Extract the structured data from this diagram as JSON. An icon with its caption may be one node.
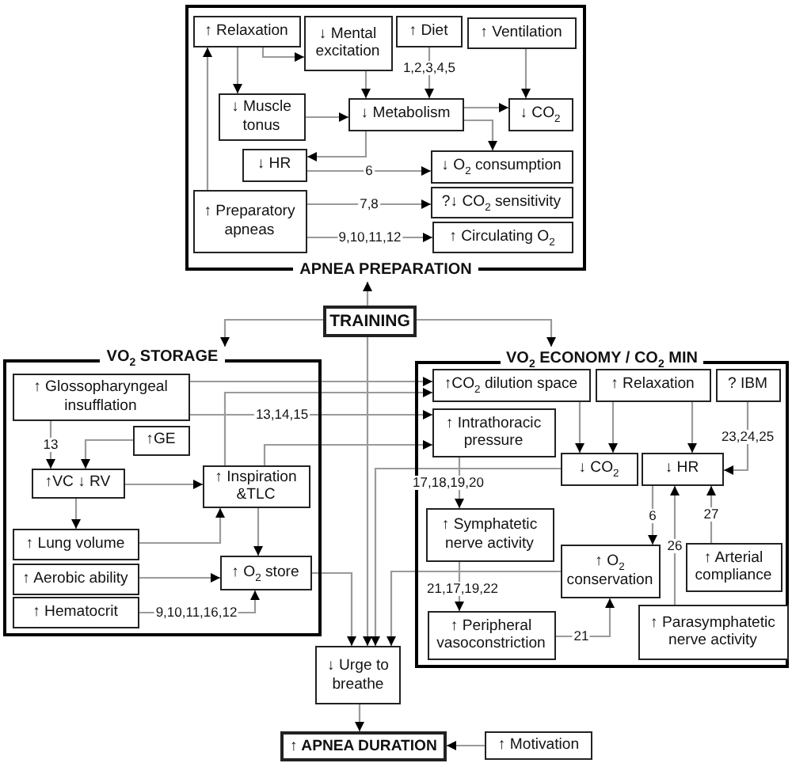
{
  "diagram": {
    "nodes": [
      {
        "text": [
          "APNEA PREPARATION"
        ]
      },
      {
        "text": [
          "↑ Relaxation"
        ],
        "in": 0
      },
      {
        "text": [
          "↓ Mental excitation"
        ],
        "in": 0
      },
      {
        "text": [
          "↑ Diet"
        ],
        "in": 0
      },
      {
        "text": [
          "↑ Ventilation"
        ],
        "in": 0
      },
      {
        "text": [
          "↓ Muscle tonus"
        ],
        "in": 0
      },
      {
        "text": [
          "↓ Metabolism"
        ],
        "in": 0
      },
      {
        "text": [
          "↓ CO$_{2}$"
        ],
        "in": 0
      },
      {
        "text": [
          "↓ HR"
        ],
        "in": 0
      },
      {
        "text": [
          "↓ O$_{2}$ consumption"
        ],
        "in": 0
      },
      {
        "text": [
          "↑ Preparatory apneas"
        ],
        "in": 0
      },
      {
        "text": [
          "?↓ CO$_{2}$ sensitivity"
        ],
        "in": 0
      },
      {
        "text": [
          "↑ Circulating O$_{2}$"
        ],
        "in": 0
      },
      {
        "text": [
          "TRAINING"
        ]
      },
      {
        "text": [
          "VO$_{2}$ STORAGE"
        ]
      },
      {
        "text": [
          "↑ Glossopharyngeal insufflation"
        ],
        "in": 14
      },
      {
        "text": [
          "↑GE"
        ],
        "in": 14
      },
      {
        "text": [
          "↑VC ↓ RV"
        ],
        "in": 14
      },
      {
        "text": [
          "↑ Inspiration &TLC"
        ],
        "in": 14
      },
      {
        "text": [
          "↑ Lung volume"
        ],
        "in": 14
      },
      {
        "text": [
          "↑ Aerobic ability"
        ],
        "in": 14
      },
      {
        "text": [
          "↑ O$_{2}$ store"
        ],
        "in": 14
      },
      {
        "text": [
          "↑ Hematocrit"
        ],
        "in": 14
      },
      {
        "text": [
          "VO$_{2}$ ECONOMY / CO$_{2}$ MIN"
        ]
      },
      {
        "text": [
          "↑CO$_{2}$ dilution space"
        ],
        "in": 23
      },
      {
        "text": [
          "↑ Relaxation"
        ],
        "in": 23
      },
      {
        "text": [
          "? IBM"
        ],
        "in": 23
      },
      {
        "text": [
          "↑ Intrathoracic pressure"
        ],
        "in": 23
      },
      {
        "text": [
          "↓ CO$_{2}$"
        ],
        "in": 23
      },
      {
        "text": [
          "↓ HR"
        ],
        "in": 23
      },
      {
        "text": [
          "↑ Symphatetic nerve activity"
        ],
        "in": 23
      },
      {
        "text": [
          "↑ O$_{2}$ conservation"
        ],
        "in": 23
      },
      {
        "text": [
          "↑ Arterial compliance"
        ],
        "in": 23
      },
      {
        "text": [
          "↑ Peripheral vasoconstriction"
        ],
        "in": 23
      },
      {
        "text": [
          "↑ Parasymphatetic nerve activity"
        ],
        "in": 23
      },
      {
        "text": [
          "↓ Urge to breathe"
        ]
      },
      {
        "text": [
          "↑ APNEA DURATION"
        ]
      },
      {
        "text": [
          "↑ Motivation"
        ]
      }
    ],
    "edges": [
      {
        "from": 1,
        "to": 2,
        "arrow": "to"
      },
      {
        "from": 1,
        "to": 5,
        "arrow": "to"
      },
      {
        "from": 2,
        "to": 6,
        "arrow": "to"
      },
      {
        "from": 3,
        "to": 6,
        "arrow": "to",
        "label": "1,2,3,4,5"
      },
      {
        "from": 4,
        "to": 7,
        "arrow": "to"
      },
      {
        "from": 5,
        "to": 6,
        "arrow": "to"
      },
      {
        "from": 6,
        "to": 7,
        "arrow": "to"
      },
      {
        "from": 6,
        "to": 9,
        "arrow": "to"
      },
      {
        "from": 6,
        "to": 8,
        "arrow": "to"
      },
      {
        "from": 8,
        "to": 9,
        "arrow": "to",
        "label": "6"
      },
      {
        "from": 10,
        "to": 1,
        "arrow": "to"
      },
      {
        "from": 10,
        "to": 11,
        "arrow": "to",
        "label": "7,8"
      },
      {
        "from": 10,
        "to": 12,
        "arrow": "to",
        "label": "9,10,11,12"
      },
      {
        "from": 13,
        "to": 0,
        "arrow": "to"
      },
      {
        "from": 13,
        "to": 14,
        "arrow": "to"
      },
      {
        "from": 13,
        "to": 23,
        "arrow": "to"
      },
      {
        "from": 13,
        "to": 35,
        "arrow": "to"
      },
      {
        "from": 15,
        "to": 17,
        "arrow": "to",
        "label": "13"
      },
      {
        "from": 16,
        "to": 17,
        "arrow": "to"
      },
      {
        "from": 17,
        "to": 18,
        "arrow": "to"
      },
      {
        "from": 17,
        "to": 19,
        "arrow": "to"
      },
      {
        "from": 19,
        "to": 18,
        "arrow": "to"
      },
      {
        "from": 18,
        "to": 21,
        "arrow": "to"
      },
      {
        "from": 20,
        "to": 21,
        "arrow": "to"
      },
      {
        "from": 22,
        "to": 21,
        "arrow": "to",
        "label": "9,10,11,16,12"
      },
      {
        "from": 15,
        "to": 24,
        "arrow": "to"
      },
      {
        "from": 18,
        "to": 24,
        "arrow": "to"
      },
      {
        "from": 15,
        "to": 27,
        "arrow": "to",
        "label": "13,14,15"
      },
      {
        "from": 18,
        "to": 27,
        "arrow": "to"
      },
      {
        "from": 21,
        "to": 35,
        "arrow": "to"
      },
      {
        "from": 28,
        "to": 35,
        "arrow": "to"
      },
      {
        "from": 31,
        "to": 35,
        "arrow": "to"
      },
      {
        "from": 24,
        "to": 28,
        "arrow": "to"
      },
      {
        "from": 25,
        "to": 28,
        "arrow": "to"
      },
      {
        "from": 25,
        "to": 29,
        "arrow": "to"
      },
      {
        "from": 26,
        "to": 29,
        "arrow": "to",
        "label": "23,24,25"
      },
      {
        "from": 27,
        "to": 30,
        "arrow": "to",
        "label": "17,18,19,20"
      },
      {
        "from": 29,
        "to": 31,
        "arrow": "to",
        "label": "6"
      },
      {
        "from": 34,
        "to": 29,
        "arrow": "to",
        "label": "26"
      },
      {
        "from": 32,
        "to": 29,
        "arrow": "to",
        "label": "27"
      },
      {
        "from": 30,
        "to": 33,
        "arrow": "to",
        "label": "21,17,19,22"
      },
      {
        "from": 33,
        "to": 31,
        "arrow": "to",
        "label": "21"
      },
      {
        "from": 35,
        "to": 36,
        "arrow": "to"
      },
      {
        "from": 37,
        "to": 36,
        "arrow": "to"
      }
    ]
  }
}
